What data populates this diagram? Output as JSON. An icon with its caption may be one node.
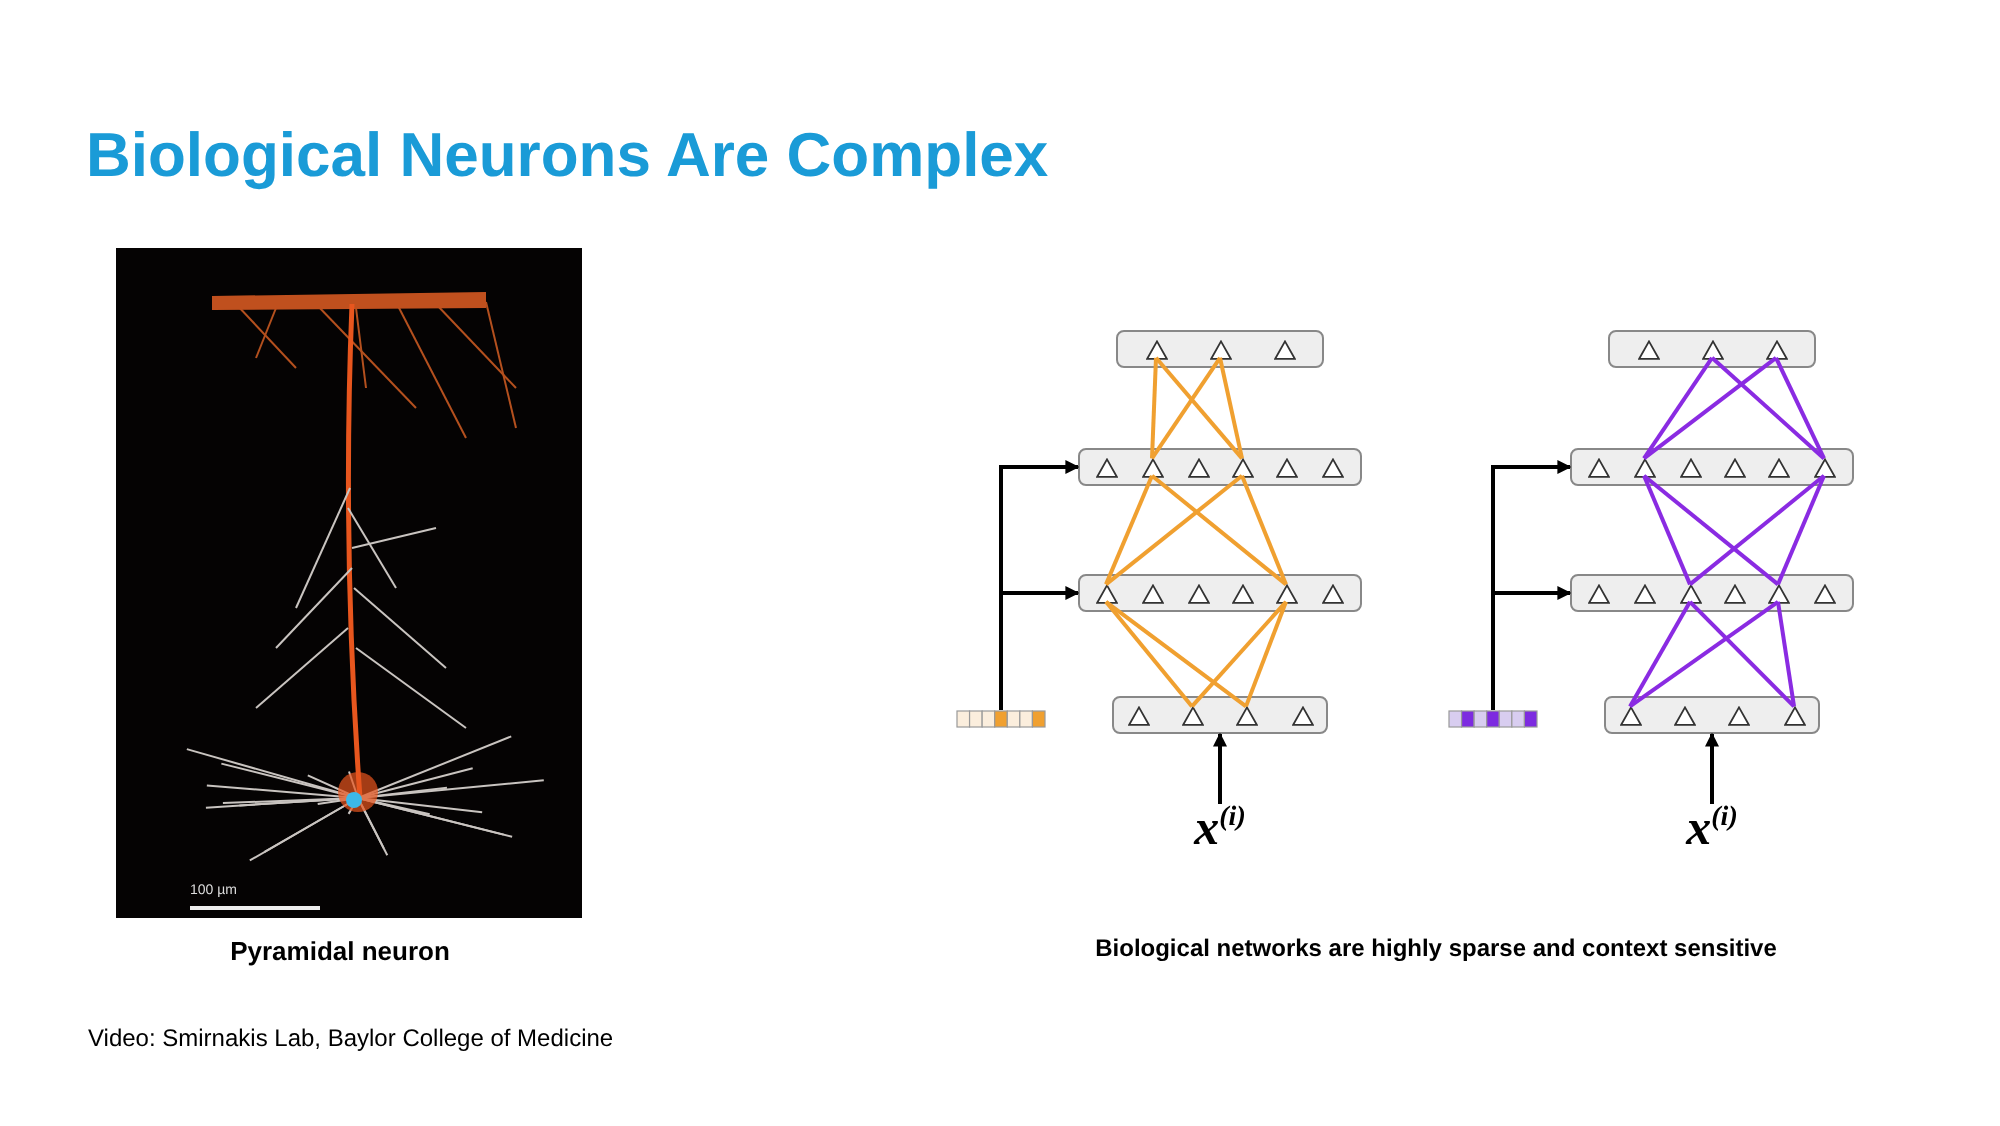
{
  "diagram": {
    "title": "Biological Neurons Are Complex",
    "nodes": [
      {
        "text": [],
        "shape": "bar"
      },
      {
        "text": [],
        "shape": "triangle",
        "in": 0
      },
      {
        "text": [],
        "shape": "triangle",
        "in": 0
      },
      {
        "text": [],
        "shape": "triangle",
        "in": 0
      },
      {
        "text": [],
        "shape": "bar"
      },
      {
        "text": [],
        "shape": "triangle",
        "in": 4
      },
      {
        "text": [],
        "shape": "triangle",
        "in": 4
      },
      {
        "text": [],
        "shape": "triangle",
        "in": 4
      },
      {
        "text": [],
        "shape": "triangle",
        "in": 4
      },
      {
        "text": [],
        "shape": "triangle",
        "in": 4
      },
      {
        "text": [],
        "shape": "triangle",
        "in": 4
      },
      {
        "text": [],
        "shape": "bar"
      },
      {
        "text": [],
        "shape": "triangle",
        "in": 11
      },
      {
        "text": [],
        "shape": "triangle",
        "in": 11
      },
      {
        "text": [],
        "shape": "triangle",
        "in": 11
      },
      {
        "text": [],
        "shape": "triangle",
        "in": 11
      },
      {
        "text": [],
        "shape": "triangle",
        "in": 11
      },
      {
        "text": [],
        "shape": "triangle",
        "in": 11
      },
      {
        "text": [],
        "shape": "bar"
      },
      {
        "text": [],
        "shape": "triangle",
        "in": 18
      },
      {
        "text": [],
        "shape": "triangle",
        "in": 18
      },
      {
        "text": [],
        "shape": "triangle",
        "in": 18
      },
      {
        "text": [],
        "shape": "triangle",
        "in": 18
      },
      {
        "text": [],
        "shape": "bar"
      },
      {
        "text": [
          "x$^{(i)}$"
        ]
      },
      {
        "text": [],
        "shape": "bar"
      },
      {
        "text": [],
        "shape": "triangle",
        "in": 25
      },
      {
        "text": [],
        "shape": "triangle",
        "in": 25
      },
      {
        "text": [],
        "shape": "triangle",
        "in": 25
      },
      {
        "text": [],
        "shape": "bar"
      },
      {
        "text": [],
        "shape": "triangle",
        "in": 29
      },
      {
        "text": [],
        "shape": "triangle",
        "in": 29
      },
      {
        "text": [],
        "shape": "triangle",
        "in": 29
      },
      {
        "text": [],
        "shape": "triangle",
        "in": 29
      },
      {
        "text": [],
        "shape": "triangle",
        "in": 29
      },
      {
        "text": [],
        "shape": "triangle",
        "in": 29
      },
      {
        "text": [],
        "shape": "bar"
      },
      {
        "text": [],
        "shape": "triangle",
        "in": 36
      },
      {
        "text": [],
        "shape": "triangle",
        "in": 36
      },
      {
        "text": [],
        "shape": "triangle",
        "in": 36
      },
      {
        "text": [],
        "shape": "triangle",
        "in": 36
      },
      {
        "text": [],
        "shape": "triangle",
        "in": 36
      },
      {
        "text": [],
        "shape": "triangle",
        "in": 36
      },
      {
        "text": [],
        "shape": "bar"
      },
      {
        "text": [],
        "shape": "triangle",
        "in": 43
      },
      {
        "text": [],
        "shape": "triangle",
        "in": 43
      },
      {
        "text": [],
        "shape": "triangle",
        "in": 43
      },
      {
        "text": [],
        "shape": "triangle",
        "in": 43
      },
      {
        "text": [],
        "shape": "bar"
      },
      {
        "text": [
          "x$^{(i)}$"
        ]
      }
    ],
    "edges": [
      {
        "from": 6,
        "to": 1,
        "arrow": "none",
        "color": "#f0a030"
      },
      {
        "from": 8,
        "to": 1,
        "arrow": "none",
        "color": "#f0a030"
      },
      {
        "from": 6,
        "to": 2,
        "arrow": "none",
        "color": "#f0a030"
      },
      {
        "from": 8,
        "to": 2,
        "arrow": "none",
        "color": "#f0a030"
      },
      {
        "from": 12,
        "to": 6,
        "arrow": "none",
        "color": "#f0a030"
      },
      {
        "from": 16,
        "to": 6,
        "arrow": "none",
        "color": "#f0a030"
      },
      {
        "from": 12,
        "to": 8,
        "arrow": "none",
        "color": "#f0a030"
      },
      {
        "from": 16,
        "to": 8,
        "arrow": "none",
        "color": "#f0a030"
      },
      {
        "from": 20,
        "to": 12,
        "arrow": "none",
        "color": "#f0a030"
      },
      {
        "from": 21,
        "to": 12,
        "arrow": "none",
        "color": "#f0a030"
      },
      {
        "from": 20,
        "to": 16,
        "arrow": "none",
        "color": "#f0a030"
      },
      {
        "from": 21,
        "to": 16,
        "arrow": "none",
        "color": "#f0a030"
      },
      {
        "from": 23,
        "to": 4,
        "arrow": "to",
        "color": "#000000"
      },
      {
        "from": 23,
        "to": 11,
        "arrow": "to",
        "color": "#000000"
      },
      {
        "from": 24,
        "to": 18,
        "arrow": "to",
        "color": "#000000"
      },
      {
        "from": 31,
        "to": 27,
        "arrow": "none",
        "color": "#8a2be2"
      },
      {
        "from": 35,
        "to": 27,
        "arrow": "none",
        "color": "#8a2be2"
      },
      {
        "from": 31,
        "to": 28,
        "arrow": "none",
        "color": "#8a2be2"
      },
      {
        "from": 35,
        "to": 28,
        "arrow": "none",
        "color": "#8a2be2"
      },
      {
        "from": 39,
        "to": 31,
        "arrow": "none",
        "color": "#8a2be2"
      },
      {
        "from": 41,
        "to": 31,
        "arrow": "none",
        "color": "#8a2be2"
      },
      {
        "from": 39,
        "to": 35,
        "arrow": "none",
        "color": "#8a2be2"
      },
      {
        "from": 41,
        "to": 35,
        "arrow": "none",
        "color": "#8a2be2"
      },
      {
        "from": 44,
        "to": 39,
        "arrow": "none",
        "color": "#8a2be2"
      },
      {
        "from": 47,
        "to": 39,
        "arrow": "none",
        "color": "#8a2be2"
      },
      {
        "from": 44,
        "to": 41,
        "arrow": "none",
        "color": "#8a2be2"
      },
      {
        "from": 47,
        "to": 41,
        "arrow": "none",
        "color": "#8a2be2"
      },
      {
        "from": 48,
        "to": 29,
        "arrow": "to",
        "color": "#000000"
      },
      {
        "from": 48,
        "to": 36,
        "arrow": "to",
        "color": "#000000"
      },
      {
        "from": 49,
        "to": 43,
        "arrow": "to",
        "color": "#000000"
      }
    ],
    "labels": [
      "100 µm",
      "Pyramidal neuron",
      "Biological networks are highly sparse and context sensitive",
      "Video: Smirnakis Lab, Baylor College of Medicine"
    ]
  }
}
